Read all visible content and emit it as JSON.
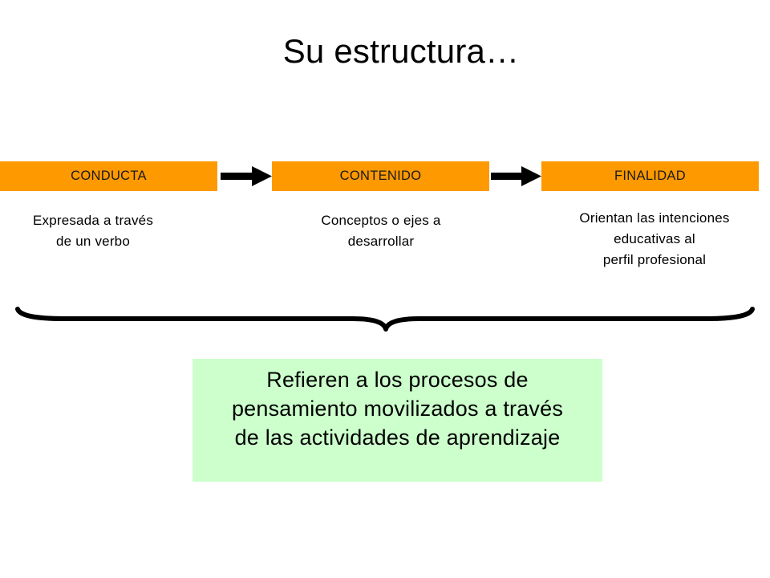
{
  "title": "Su estructura…",
  "boxes": [
    {
      "label": "CONDUCTA",
      "description": "Expresada a través\nde un verbo"
    },
    {
      "label": "CONTENIDO",
      "description": "Conceptos o ejes a\ndesarrollar"
    },
    {
      "label": "FINALIDAD",
      "description": "Orientan las intenciones\neducativas al\nperfil profesional"
    }
  ],
  "summary": "Refieren a los procesos de\npensamiento movilizados a través\nde las actividades de aprendizaje",
  "colors": {
    "box_fill": "#ff9900",
    "summary_fill": "#ccffcc",
    "arrow": "#000000"
  }
}
